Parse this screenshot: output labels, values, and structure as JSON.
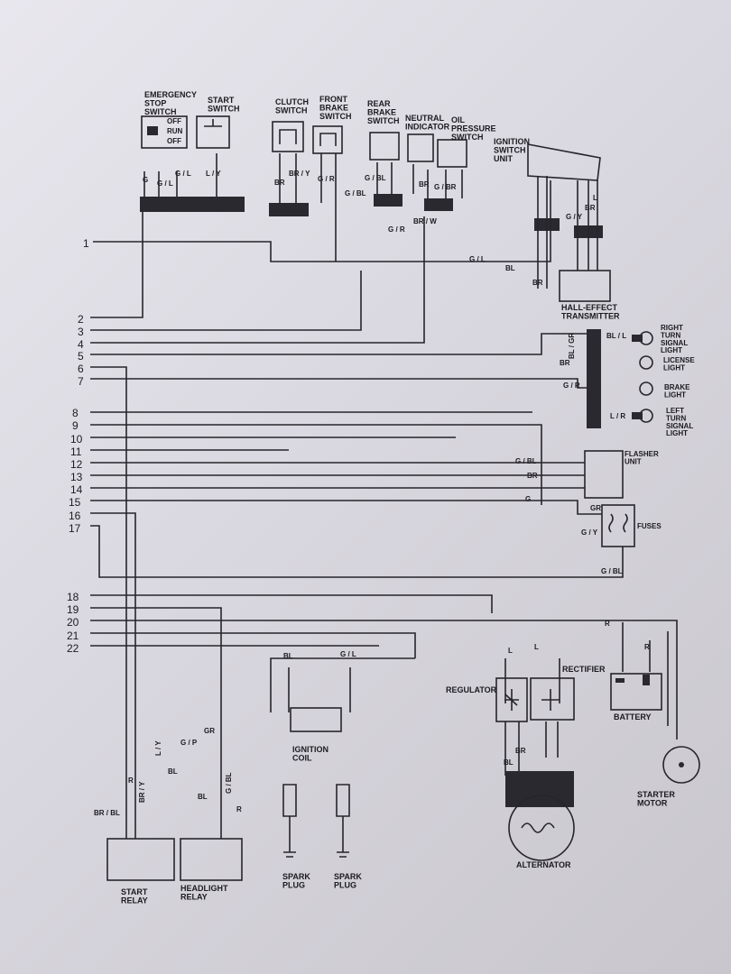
{
  "components": {
    "emergency_stop_switch": "EMERGENCY\nSTOP\nSWITCH",
    "start_switch": "START\nSWITCH",
    "clutch_switch": "CLUTCH\nSWITCH",
    "front_brake_switch": "FRONT\nBRAKE\nSWITCH",
    "rear_brake_switch": "REAR\nBRAKE\nSWITCH",
    "neutral_indicator": "NEUTRAL\nINDICATOR",
    "oil_pressure_switch": "OIL\nPRESSURE\nSWITCH",
    "ignition_switch_unit": "IGNITION\nSWITCH\nUNIT",
    "hall_effect_transmitter": "HALL-EFFECT\nTRANSMITTER",
    "right_turn_signal_light": "RIGHT\nTURN\nSIGNAL\nLIGHT",
    "license_light": "LICENSE\nLIGHT",
    "brake_light": "BRAKE\nLIGHT",
    "left_turn_signal_light": "LEFT\nTURN\nSIGNAL\nLIGHT",
    "flasher_unit": "FLASHER\nUNIT",
    "fuses": "FUSES",
    "regulator": "REGULATOR",
    "rectifier": "RECTIFIER",
    "battery": "BATTERY",
    "ignition_coil": "IGNITION\nCOIL",
    "starter_motor": "STARTER\nMOTOR",
    "alternator": "ALTERNATOR",
    "spark_plug": "SPARK\nPLUG",
    "start_relay": "START\nRELAY",
    "headlight_relay": "HEADLIGHT\nRELAY"
  },
  "switch_positions": [
    "OFF",
    "RUN",
    "OFF"
  ],
  "wire_labels": {
    "g": "G",
    "gl": "G / L",
    "ly": "L / Y",
    "br": "BR",
    "bry": "BR / Y",
    "gr_wire": "G / R",
    "gbl": "G / BL",
    "gbr": "G / BR",
    "brw": "BR / W",
    "bl": "BL",
    "l": "L",
    "r": "R",
    "blgr": "BL / GR",
    "bll": "BL / L",
    "lr": "L / R",
    "gy": "G / Y",
    "grn": "GR",
    "gp": "G / P",
    "brbl": "BR / BL",
    "ly2": "L / Y"
  },
  "connector_numbers": [
    "1",
    "2",
    "3",
    "4",
    "5",
    "6",
    "7",
    "8",
    "9",
    "10",
    "11",
    "12",
    "13",
    "14",
    "15",
    "16",
    "17",
    "18",
    "19",
    "20",
    "21",
    "22"
  ]
}
